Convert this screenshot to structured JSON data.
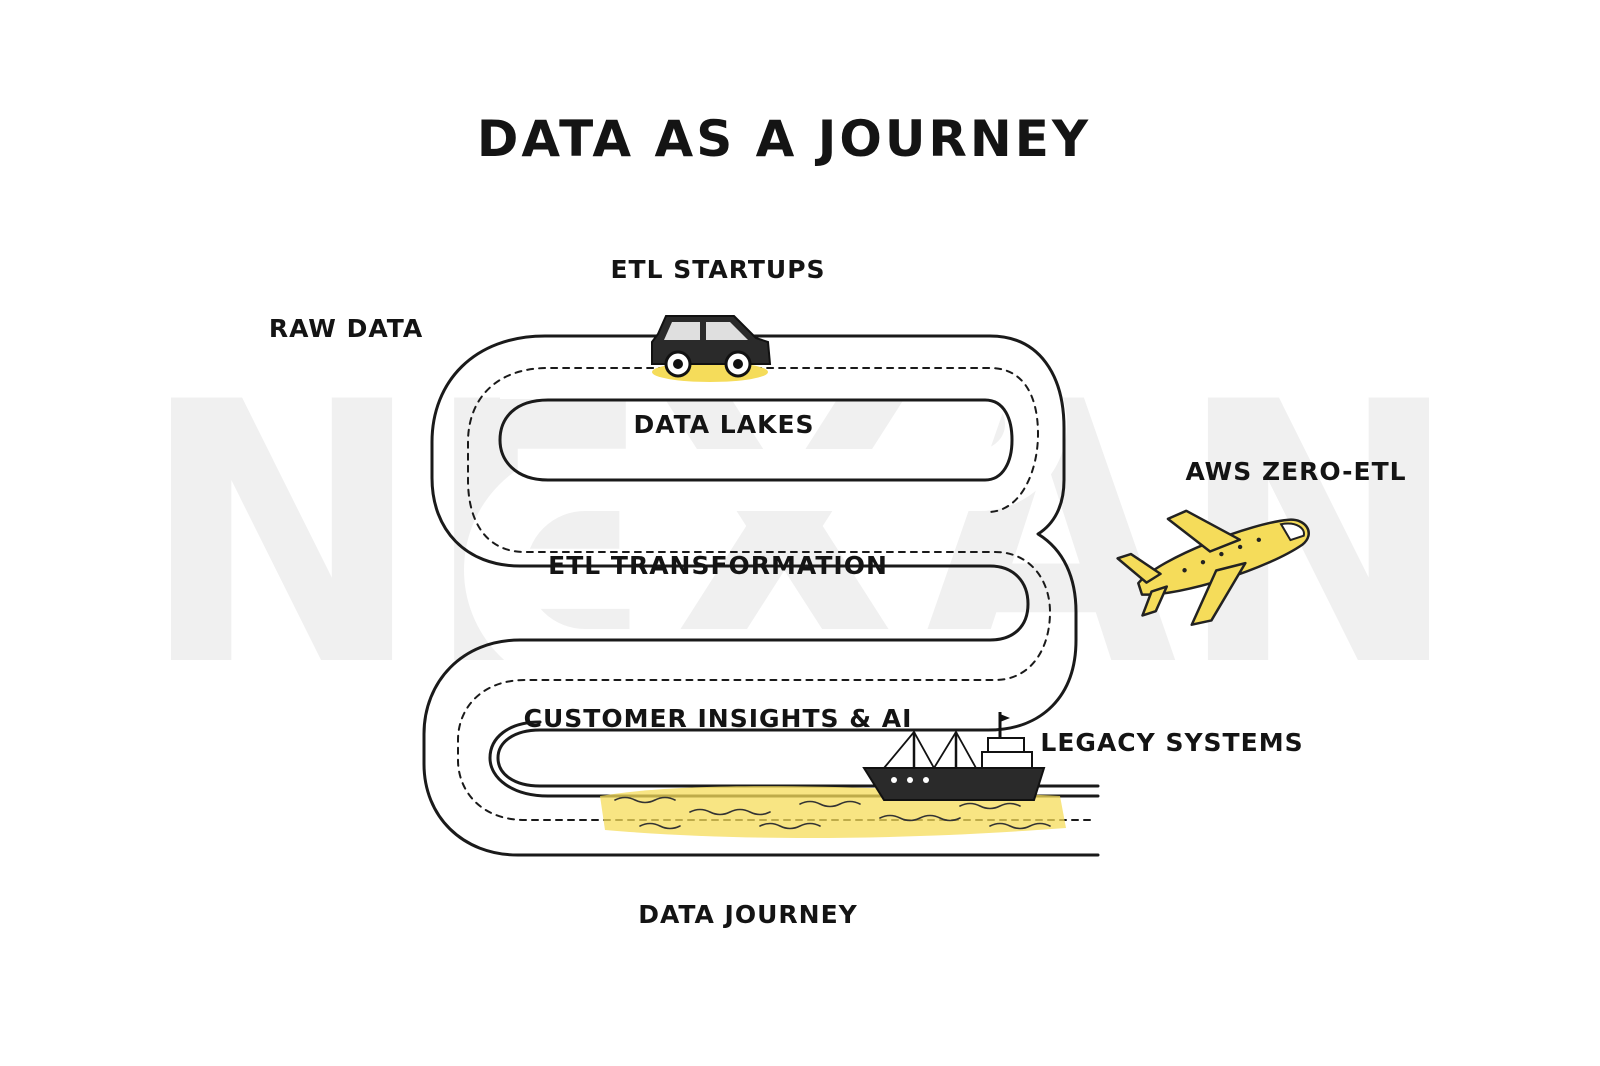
{
  "diagram": {
    "title": "DATA AS A JOURNEY",
    "watermark": "NEXAN",
    "labels": {
      "raw_data": "RAW DATA",
      "etl_startups": "ETL STARTUPS",
      "data_lakes": "DATA LAKES",
      "aws_zero_etl": "AWS ZERO-ETL",
      "etl_transformation": "ETL TRANSFORMATION",
      "customer_insights": "CUSTOMER INSIGHTS & AI",
      "legacy_systems": "LEGACY SYSTEMS",
      "data_journey": "DATA JOURNEY"
    },
    "icons": [
      "car-icon",
      "airplane-icon",
      "ship-icon"
    ],
    "colors": {
      "ink": "#141414",
      "accent_yellow": "#f5dc5a",
      "watermark": "#f0f0f0",
      "background": "#ffffff"
    }
  }
}
